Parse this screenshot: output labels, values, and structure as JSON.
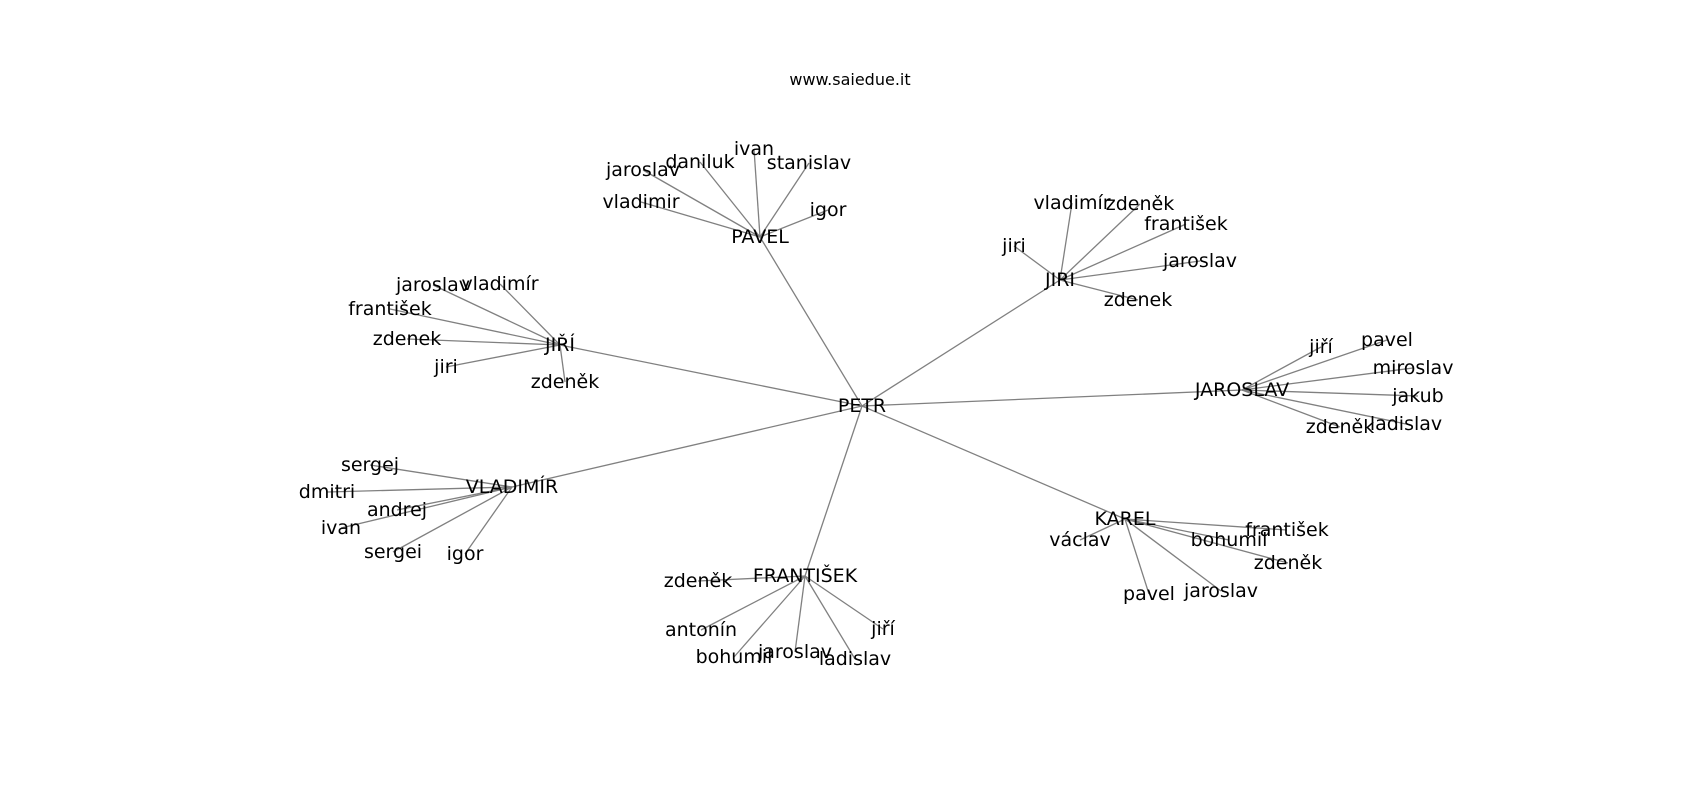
{
  "title": "www.saiedue.it",
  "colors": {
    "edge": "#808080",
    "text": "#000000",
    "background": "#ffffff"
  },
  "graph": {
    "root": "PETR",
    "hubs": [
      {
        "name": "PAVEL",
        "leaves": [
          "jaroslav",
          "daniluk",
          "ivan",
          "stanislav",
          "vladimir",
          "igor"
        ]
      },
      {
        "name": "JIRI",
        "leaves": [
          "vladimír",
          "zdeněk",
          "františek",
          "jiri",
          "jaroslav",
          "zdenek"
        ]
      },
      {
        "name": "JIŘÍ",
        "leaves": [
          "jaroslav",
          "vladimír",
          "františek",
          "zdenek",
          "jiri",
          "zdeněk"
        ]
      },
      {
        "name": "JAROSLAV",
        "leaves": [
          "jiří",
          "pavel",
          "miroslav",
          "jakub",
          "zdeněk",
          "ladislav"
        ]
      },
      {
        "name": "VLADIMÍR",
        "leaves": [
          "sergej",
          "dmitri",
          "andrej",
          "ivan",
          "sergei",
          "igor"
        ]
      },
      {
        "name": "KAREL",
        "leaves": [
          "václav",
          "františek",
          "bohumil",
          "zdeněk",
          "pavel",
          "jaroslav"
        ]
      },
      {
        "name": "FRANTIŠEK",
        "leaves": [
          "zdeněk",
          "antonín",
          "jiří",
          "bohumil",
          "jaroslav",
          "ladislav"
        ]
      }
    ]
  }
}
